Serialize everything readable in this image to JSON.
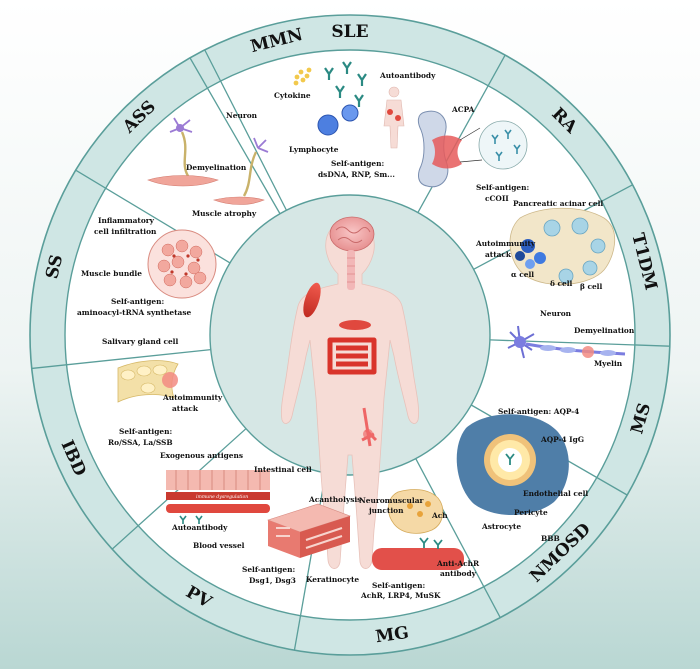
{
  "segments": [
    {
      "abbr": "SLE",
      "labels": [
        "Autoantibody",
        "Cytokine",
        "Lymphocyte",
        "Self-antigen:",
        "dsDNA, RNP, Sm..."
      ]
    },
    {
      "abbr": "RA",
      "labels": [
        "ACPA",
        "Self-antigen:",
        "cCOII"
      ]
    },
    {
      "abbr": "T1DM",
      "labels": [
        "Pancreatic acinar cell",
        "Autoimmunity",
        "attack",
        "α cell",
        "δ cell",
        "β cell"
      ]
    },
    {
      "abbr": "MS",
      "labels": [
        "Neuron",
        "Demyelination",
        "Myelin"
      ]
    },
    {
      "abbr": "NMOSD",
      "labels": [
        "Self-antigen: AQP-4",
        "AQP-4 IgG",
        "Endothelial cell",
        "Pericyte",
        "Astrocyte",
        "BBB"
      ]
    },
    {
      "abbr": "MG",
      "labels": [
        "Neuromuscular",
        "junction",
        "Ach",
        "Anti-AchR",
        "antibody",
        "Self-antigen:",
        "AchR, LRP4, MuSK"
      ]
    },
    {
      "abbr": "PV",
      "labels": [
        "Acantholysis",
        "Self-antigen:",
        "Dsg1, Dsg3",
        "Keratinocyte"
      ]
    },
    {
      "abbr": "IBD",
      "labels": [
        "Exogenous antigens",
        "Intestinal cell",
        "immune dysregulation",
        "Autoantibody",
        "Blood vessel"
      ]
    },
    {
      "abbr": "SS",
      "labels": [
        "Salivary gland cell",
        "Autoimmunity",
        "attack",
        "Self-antigen:",
        "Ro/SSA, La/SSB"
      ]
    },
    {
      "abbr": "ASS",
      "labels": [
        "Inflammatory",
        "cell infiltration",
        "Muscle bundle",
        "Self-antigen:",
        "aminoacyl-tRNA synthetase"
      ]
    },
    {
      "abbr": "MMN",
      "labels": [
        "Neuron",
        "Demyelination",
        "Muscle atrophy"
      ]
    }
  ],
  "colors": {
    "outer_ring": "#cfe6e4",
    "ring_border": "#5a9e9a",
    "panel": "#ffffff",
    "center": "#d6e7e5",
    "body_skin": "#f6dcd6",
    "organ_red": "#d9342b",
    "brain": "#f0a8a8",
    "accent_blue": "#2f6fd6"
  }
}
